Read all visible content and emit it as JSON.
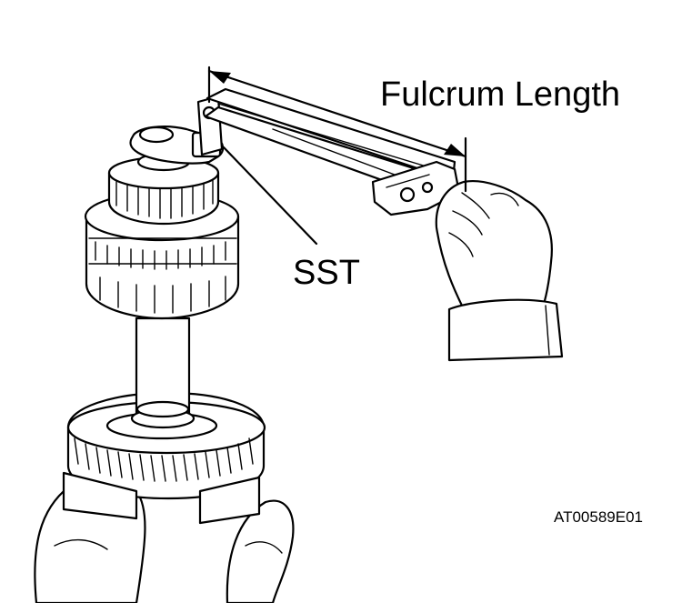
{
  "labels": {
    "fulcrum_length": "Fulcrum Length",
    "sst": "SST",
    "figure_code": "AT00589E01"
  }
}
